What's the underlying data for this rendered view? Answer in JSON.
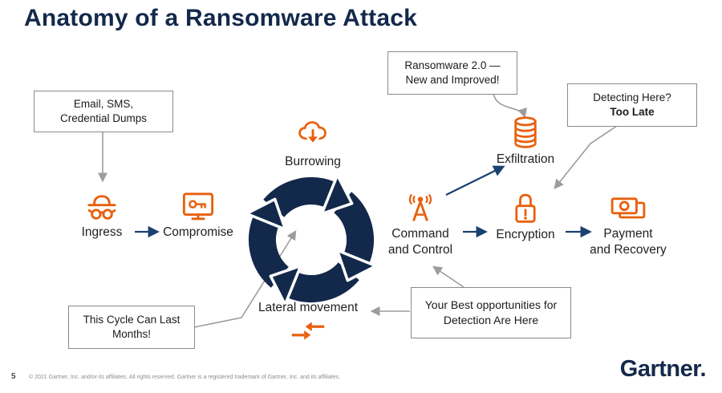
{
  "title": "Anatomy of a Ransomware Attack",
  "callouts": {
    "email": {
      "line1": "Email, SMS,",
      "line2": "Credential Dumps"
    },
    "ransomware2": {
      "line1": "Ransomware 2.0 —",
      "line2": "New and Improved!"
    },
    "detecting": {
      "line1": "Detecting Here?",
      "line2": "Too Late"
    },
    "cycle_duration": {
      "line1": "This Cycle Can Last",
      "line2": "Months!"
    },
    "best_detection": {
      "line1": "Your Best opportunities for",
      "line2": "Detection Are Here"
    }
  },
  "stages": {
    "ingress": {
      "label": "Ingress"
    },
    "compromise": {
      "label": "Compromise"
    },
    "burrowing": {
      "label": "Burrowing"
    },
    "lateral_movement": {
      "label": "Lateral movement"
    },
    "command_control": {
      "line1": "Command",
      "line2": "and Control"
    },
    "exfiltration": {
      "label": "Exfiltration"
    },
    "encryption": {
      "label": "Encryption"
    },
    "payment_recovery": {
      "line1": "Payment",
      "line2": "and Recovery"
    }
  },
  "colors": {
    "navy": "#13294B",
    "orange": "#E8600E",
    "connector_gray": "#9C9C9C"
  },
  "footer": {
    "page_number": "5",
    "copyright": "© 2021 Gartner, Inc. and/or its affiliates. All rights reserved. Gartner is a registered trademark of Gartner, Inc. and its affiliates.",
    "logo": "Gartner."
  }
}
